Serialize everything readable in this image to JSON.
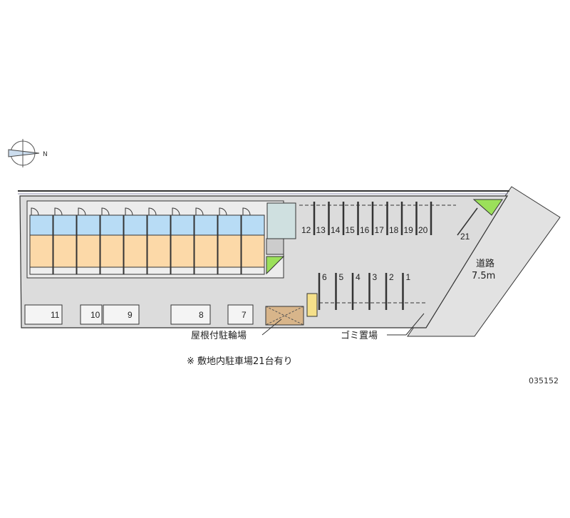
{
  "compass": {
    "north_label": "N"
  },
  "road": {
    "label": "道路",
    "width": "7.5m"
  },
  "labels": {
    "bicycle_parking": "屋根付駐輪場",
    "garbage": "ゴミ置場"
  },
  "note": "※ 敷地内駐車場21台有り",
  "code": "035152",
  "parking_top": [
    "12",
    "13",
    "14",
    "15",
    "16",
    "17",
    "18",
    "19",
    "20"
  ],
  "parking_21": "21",
  "parking_mid": [
    "6",
    "5",
    "4",
    "3",
    "2",
    "1"
  ],
  "parking_bottom": [
    "11",
    "10",
    "9",
    "8",
    "7"
  ],
  "colors": {
    "lot": "#dcdcdc",
    "wet_area": "#b8dcf5",
    "room": "#fcd9a8",
    "green": "#9be05a",
    "bike": "#d8b58a"
  }
}
